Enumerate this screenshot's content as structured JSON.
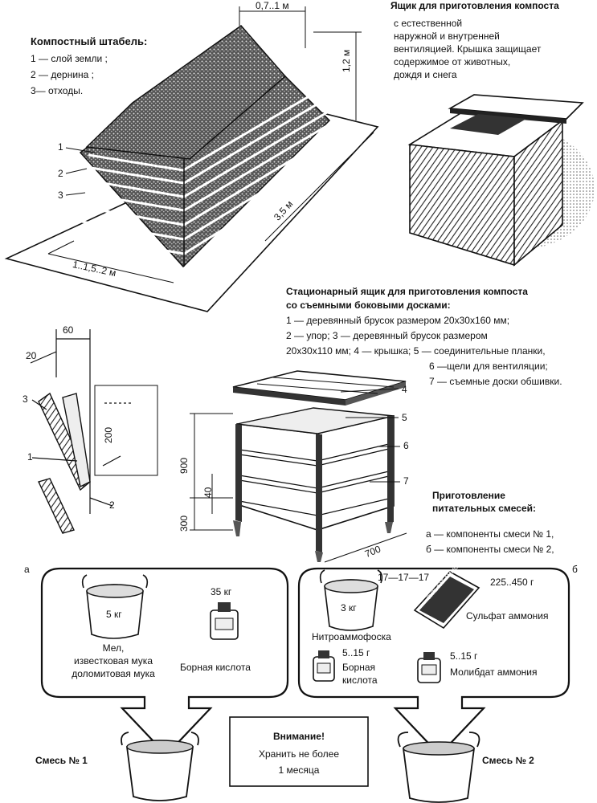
{
  "heap": {
    "title": "Компостный штабель:",
    "legend": [
      "1 — слой земли ;",
      "2 — дернина ;",
      "3— отходы."
    ],
    "dim_top": "0,7..1 м",
    "dim_height": "1,2 м",
    "dim_length": "3,5 м",
    "dim_width": "1..1,5..2 м",
    "num_1": "1",
    "num_2": "2",
    "num_3": "3"
  },
  "box_vent": {
    "title": "Ящик для приготовления компоста",
    "lines": [
      "с естественной",
      "наружной и внутренней",
      "вентиляцией. Крышка защищает",
      "содержимое от животных,",
      "дождя и снега"
    ]
  },
  "stationary_box": {
    "title": "Стационарный ящик для приготовления компоста",
    "title2": "со съемными боковыми досками:",
    "lines": [
      "1 — деревянный брусок размером 20х30х160 мм;",
      "2 — упор; 3 — деревянный брусок размером",
      "20х30х110 мм; 4 — крышка; 5 — соединительные планки,",
      "6 —щели для вентиляции;",
      "7 — съемные доски обшивки."
    ],
    "dim_900": "900",
    "dim_300": "300",
    "dim_40": "40",
    "dim_700": "700",
    "num_4": "4",
    "num_5": "5",
    "num_6": "6",
    "num_7": "7"
  },
  "detail": {
    "dim_60": "60",
    "dim_20": "20",
    "dim_200": "200",
    "num_3": "3",
    "num_1": "1",
    "num_2": "2"
  },
  "mixes": {
    "title": "Приготовление",
    "title2": "питательных смесей:",
    "legend": [
      "а — компоненты смеси № 1,",
      "б — компоненты смеси № 2,"
    ],
    "label_a": "а",
    "label_b": "б",
    "mix1": {
      "bucket_label": "5 кг",
      "chalk_text": [
        "Мел,",
        "известковая мука",
        "доломитовая мука"
      ],
      "boric_weight": "35 кг",
      "boric_label": "Борная кислота",
      "name": "Смесь № 1"
    },
    "mix2": {
      "npk_ratio": "17—17—17",
      "bucket_label": "3 кг",
      "npk_label": "Нитроаммофоска",
      "sulfate_weight": "225..450 г",
      "sulfate_label": "Сульфат аммония",
      "bag_text": "СУЛЬФАТ АММОНИЯ",
      "boric_weight": "5..15 г",
      "boric_label": [
        "Борная",
        "кислота"
      ],
      "molyb_weight": "5..15 г",
      "molyb_label": "Молибдат аммония",
      "name": "Смесь № 2"
    },
    "warning": {
      "title": "Внимание!",
      "line1": "Хранить не более",
      "line2": "1 месяца"
    }
  }
}
